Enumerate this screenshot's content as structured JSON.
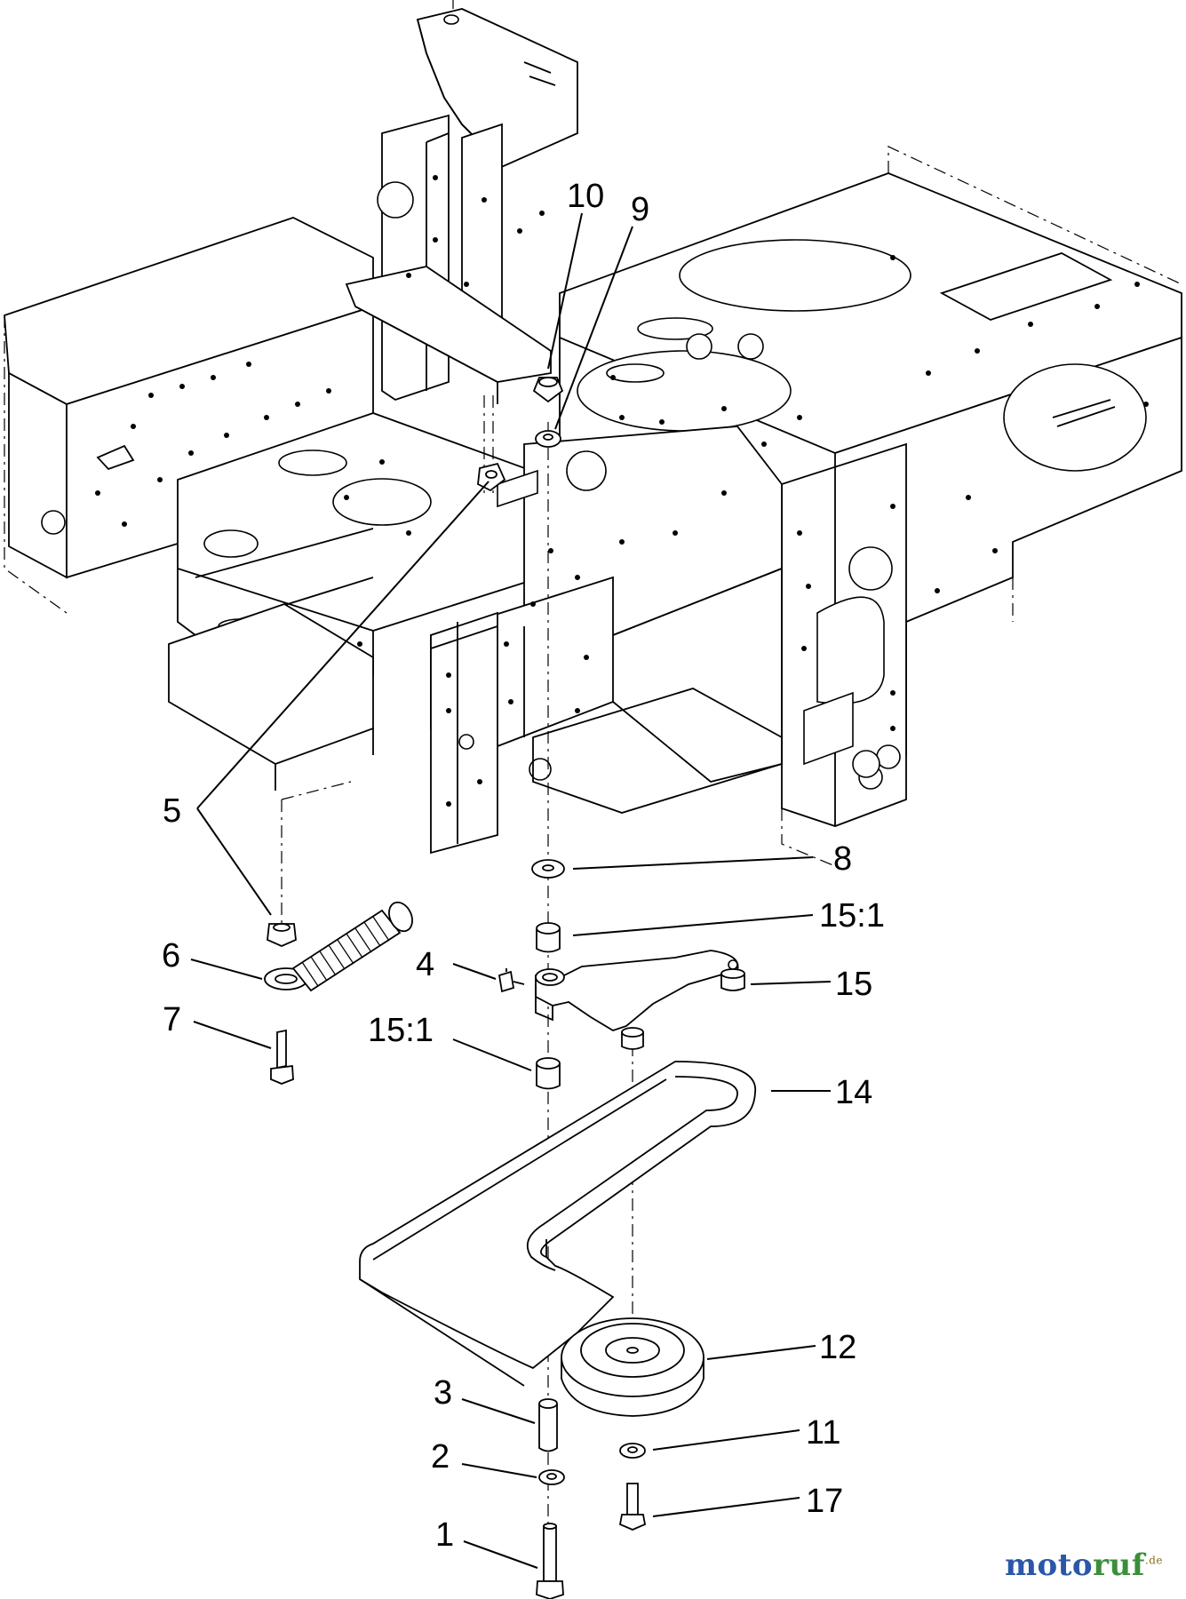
{
  "diagram": {
    "callouts": [
      {
        "id": "c10",
        "label": "10"
      },
      {
        "id": "c9",
        "label": "9"
      },
      {
        "id": "c5",
        "label": "5"
      },
      {
        "id": "c8",
        "label": "8"
      },
      {
        "id": "c15-1-top",
        "label": "15:1"
      },
      {
        "id": "c6",
        "label": "6"
      },
      {
        "id": "c4",
        "label": "4"
      },
      {
        "id": "c15",
        "label": "15"
      },
      {
        "id": "c7",
        "label": "7"
      },
      {
        "id": "c15-1-bottom",
        "label": "15:1"
      },
      {
        "id": "c14",
        "label": "14"
      },
      {
        "id": "c12",
        "label": "12"
      },
      {
        "id": "c3",
        "label": "3"
      },
      {
        "id": "c11",
        "label": "11"
      },
      {
        "id": "c2",
        "label": "2"
      },
      {
        "id": "c17",
        "label": "17"
      },
      {
        "id": "c1",
        "label": "1"
      }
    ]
  },
  "watermark": {
    "text_part1": "moto",
    "text_part2": "ruf",
    "suffix": ".de",
    "colors": [
      "#2a57a8",
      "#d13a2a",
      "#f0b419",
      "#3a8f3a"
    ]
  }
}
